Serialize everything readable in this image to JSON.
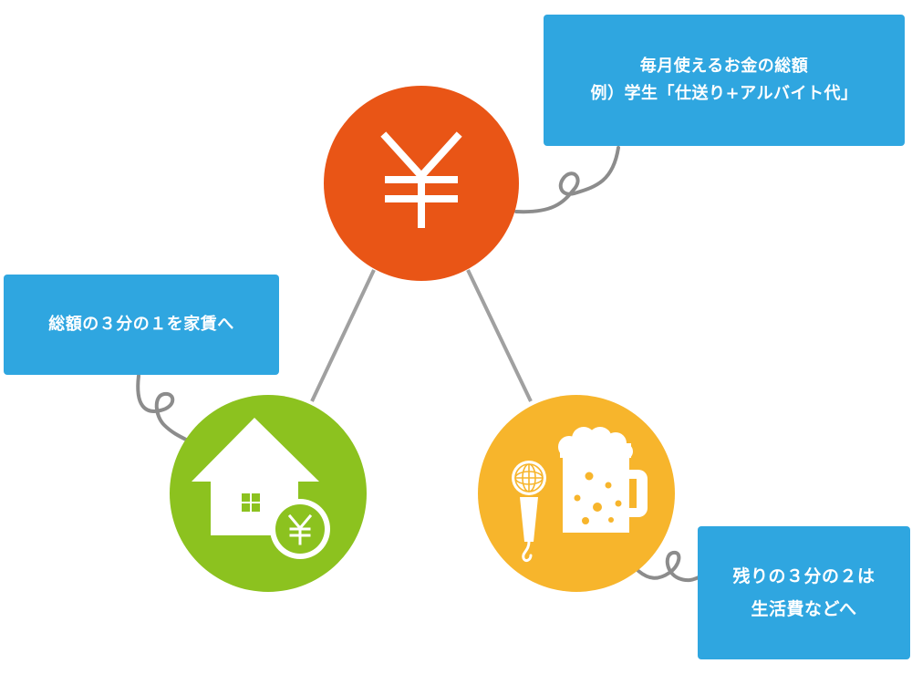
{
  "callouts": {
    "budget": {
      "line1": "毎月使えるお金の総額",
      "line2": "例）学生「仕送り+アルバイト代」"
    },
    "rent": {
      "line1": "総額の３分の１を家賃へ"
    },
    "rest": {
      "line1": "残りの３分の２は",
      "line2": "生活費などへ"
    }
  },
  "nodes": {
    "money": {
      "icon": "yen-icon",
      "color": "#e95516"
    },
    "housing": {
      "icon": "house-with-yen-icon",
      "color": "#8cc21f",
      "coin_symbol": "¥"
    },
    "living": {
      "icon": "microphone-and-beer-icon",
      "color": "#f7b52c"
    }
  },
  "colors": {
    "callout": "#2fa6e0",
    "connector": "#a0a0a0",
    "tail": "#8c8c8c"
  }
}
